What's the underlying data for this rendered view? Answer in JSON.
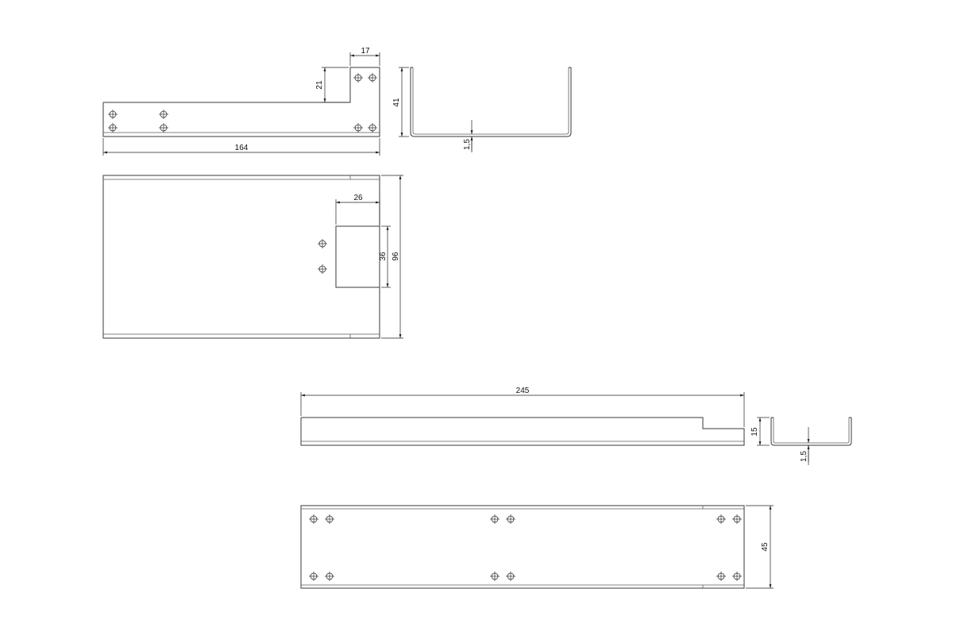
{
  "dimensions": {
    "top_width": "164",
    "top_tab_width": "17",
    "top_tab_height": "21",
    "profile_height_left": "41",
    "thickness_left": "1,5",
    "plate_depth": "96",
    "cutout_width": "26",
    "cutout_height": "36",
    "long_length": "245",
    "long_profile_height": "15",
    "thickness_right": "1,5",
    "long_plate_width": "45"
  }
}
